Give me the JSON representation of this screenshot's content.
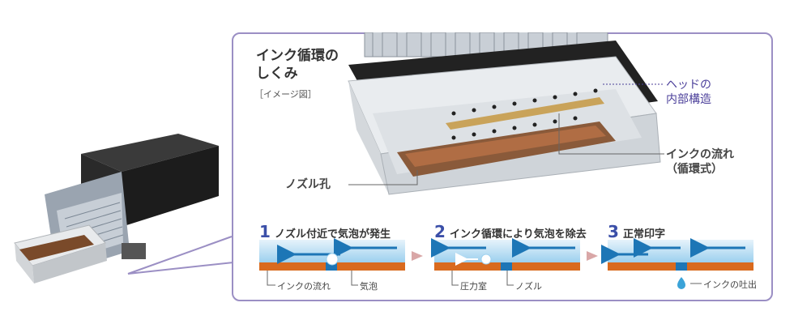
{
  "title_line1": "インク循環の",
  "title_line2": "しくみ",
  "title_note": "［イメージ図］",
  "labels": {
    "head_internal_line1": "ヘッドの",
    "head_internal_line2": "内部構造",
    "ink_flow_line1": "インクの流れ",
    "ink_flow_line2": "（循環式）",
    "nozzle_hole": "ノズル孔"
  },
  "steps": [
    {
      "num": "1",
      "text": "ノズル付近で気泡が発生",
      "callout_a": "インクの流れ",
      "callout_b": "気泡"
    },
    {
      "num": "2",
      "text": "インク循環により気泡を除去",
      "callout_a": "圧力室",
      "callout_b": "ノズル"
    },
    {
      "num": "3",
      "text": "正常印字",
      "callout_a": "インクの吐出"
    }
  ],
  "colors": {
    "panel_border": "#9b8fc4",
    "step_number": "#3b4fa8",
    "ink_blue": "#1d76b6",
    "chamber_orange": "#d96a1e",
    "arrow_pink": "#d9a7a7",
    "purple_label": "#4b3f9a"
  }
}
